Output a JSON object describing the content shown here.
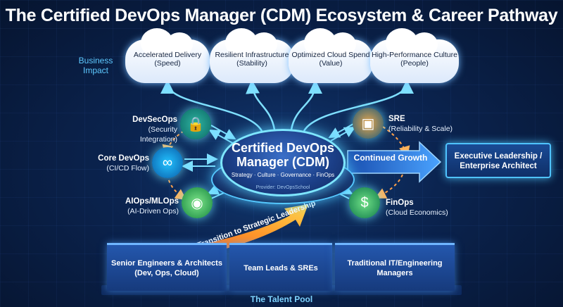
{
  "title": "The Certified DevOps Manager (CDM) Ecosystem & Career Pathway",
  "business_impact_label": "Business Impact",
  "outcomes": [
    {
      "name": "Accelerated Delivery",
      "detail": "(Speed)"
    },
    {
      "name": "Resilient Infrastructure",
      "detail": "(Stability)"
    },
    {
      "name": "Optimized Cloud Spend",
      "detail": "(Value)"
    },
    {
      "name": "High-Performance Culture",
      "detail": "(People)"
    }
  ],
  "center": {
    "title_line1": "Certified DevOps",
    "title_line2": "Manager (CDM)",
    "subtitle": "Strategy · Culture · Governance · FinOps",
    "provider": "Provider: DevOpsSchool"
  },
  "domains": {
    "devsecops": {
      "name": "DevSecOps",
      "detail": "(Security Integration)"
    },
    "core_devops": {
      "name": "Core DevOps",
      "detail": "(CI/CD Flow)"
    },
    "aiops": {
      "name": "AIOps/MLOps",
      "detail": "(AI-Driven Ops)"
    },
    "sre": {
      "name": "SRE",
      "detail": "(Reliability & Scale)"
    },
    "finops": {
      "name": "FinOps",
      "detail": "(Cloud Economics)"
    }
  },
  "growth_label": "Continued Growth",
  "executive": {
    "line1": "Executive Leadership /",
    "line2": "Enterprise Architect"
  },
  "transition_label": "Transition to Strategic Leadership",
  "talent_pool": {
    "label": "The Talent Pool",
    "items": [
      {
        "line1": "Senior Engineers & Architects",
        "line2": "(Dev, Ops, Cloud)"
      },
      {
        "line1": "Team Leads & SREs",
        "line2": ""
      },
      {
        "line1": "Traditional IT/Engineering",
        "line2": "Managers"
      }
    ]
  },
  "colors": {
    "accent": "#5ec9ff",
    "growth_arrow": "#2f7de0",
    "transition": "#ff8a1c",
    "node_glow": "#7ee6ff"
  },
  "icons": {
    "devsecops": "shield-lock-icon",
    "core_devops": "infinity-icon",
    "aiops": "brain-globe-icon",
    "sre": "cube-icon",
    "finops": "cash-icon"
  }
}
